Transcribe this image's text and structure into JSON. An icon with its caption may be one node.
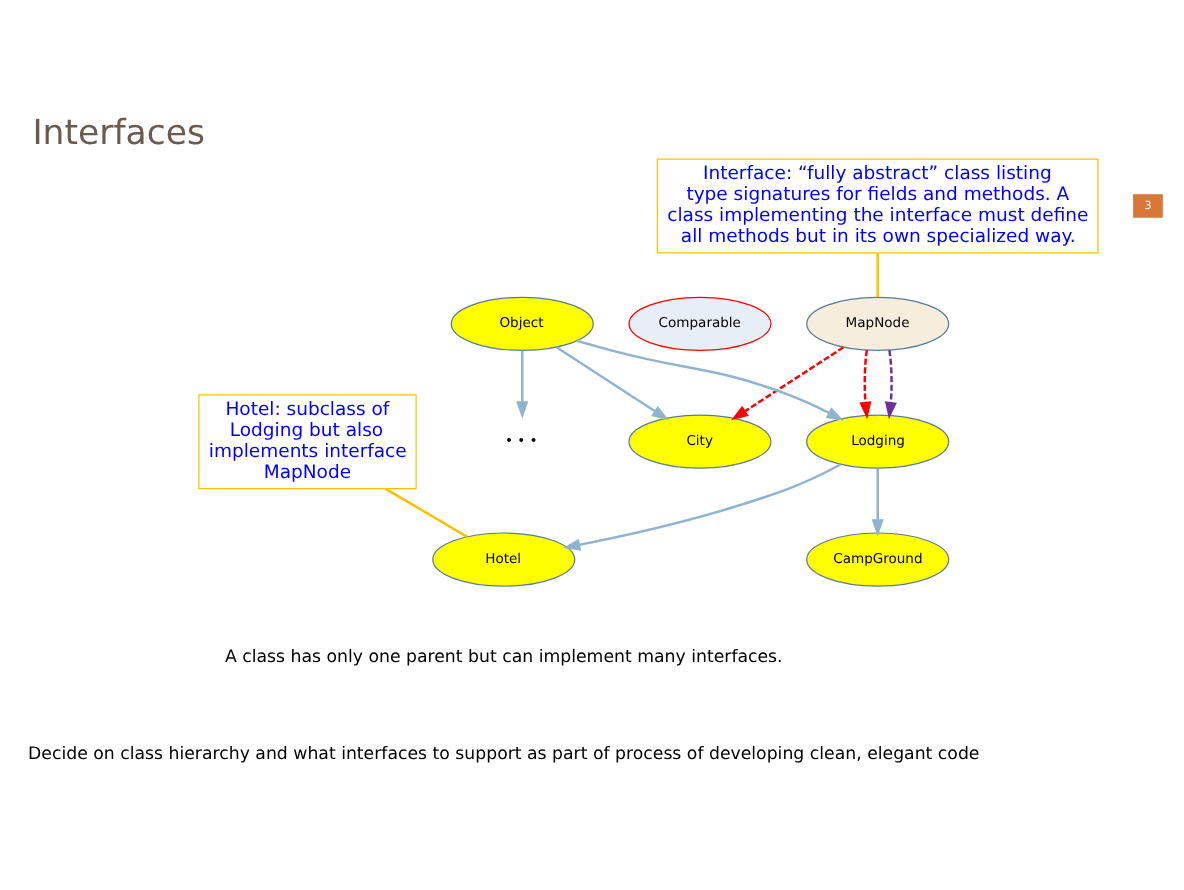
{
  "diagram": {
    "title": "Interfaces",
    "nodes": [
      {
        "text": [
          "Interface: “fully abstract” class listing type signatures for fields and methods. A class implementing the interface must define all methods but in its own specialized way."
        ]
      },
      {
        "text": [
          "Comparable"
        ]
      },
      {
        "text": [
          "MapNode"
        ]
      },
      {
        "text": [
          "Object"
        ]
      },
      {
        "text": [
          "Hotel: subclass of Lodging but also implements interface MapNode"
        ]
      },
      {
        "text": [
          "Lodging"
        ]
      },
      {
        "text": [
          "• • •"
        ]
      },
      {
        "text": [
          "City"
        ]
      },
      {
        "text": [
          "Hotel"
        ]
      },
      {
        "text": [
          "CampGround"
        ]
      }
    ],
    "edges": [
      {
        "from": 0,
        "to": 2,
        "arrow": "none",
        "color": "#ffc000"
      },
      {
        "from": 2,
        "to": 5,
        "arrow": "to",
        "style": "dashed",
        "color": "#ff0000"
      },
      {
        "from": 2,
        "to": 7,
        "arrow": "to",
        "style": "dashed",
        "color": "#ff0000"
      },
      {
        "from": 2,
        "to": 5,
        "arrow": "to",
        "style": "dashed",
        "color": "#7030a0"
      },
      {
        "from": 3,
        "to": 5,
        "arrow": "to"
      },
      {
        "from": 3,
        "to": 6,
        "arrow": "to"
      },
      {
        "from": 3,
        "to": 7,
        "arrow": "to"
      },
      {
        "from": 5,
        "to": 8,
        "arrow": "to"
      },
      {
        "from": 5,
        "to": 9,
        "arrow": "to"
      },
      {
        "from": 4,
        "to": 8,
        "arrow": "none",
        "color": "#ffc000"
      }
    ],
    "labels": [
      "3",
      "A class has only one parent but can implement many interfaces.",
      "Decide on class hierarchy and what interfaces to support as part of process of developing clean, elegant code"
    ]
  }
}
